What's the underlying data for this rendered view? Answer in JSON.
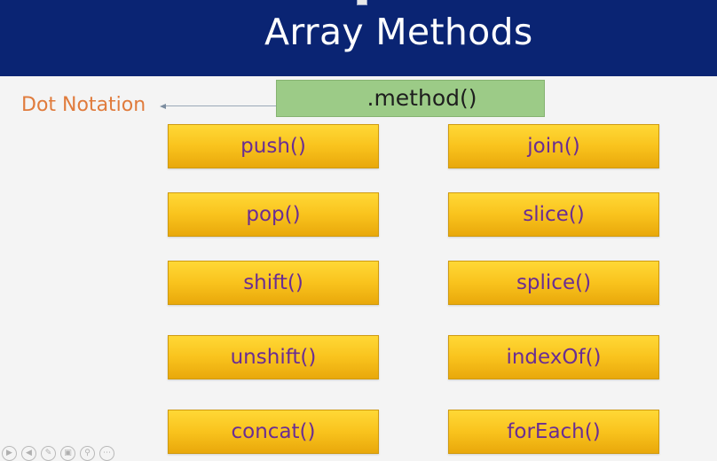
{
  "header": {
    "title": "Array Methods"
  },
  "method_box": {
    "label": ".method()"
  },
  "annotation": {
    "label": "Dot Notation"
  },
  "methods": {
    "left": [
      "push()",
      "pop()",
      "shift()",
      "unshift()",
      "concat()"
    ],
    "right": [
      "join()",
      "slice()",
      "splice()",
      "indexOf()",
      "forEach()"
    ]
  },
  "colors": {
    "header_bg": "#0a2473",
    "method_box_bg": "#9ccb87",
    "annotation_text": "#e07b3c",
    "button_fill": "#f9c31d",
    "button_text": "#6a2d93"
  },
  "footer_controls": {
    "icons": [
      "play-icon",
      "arrow-left-icon",
      "pen-icon",
      "slides-icon",
      "zoom-icon",
      "more-icon"
    ]
  }
}
